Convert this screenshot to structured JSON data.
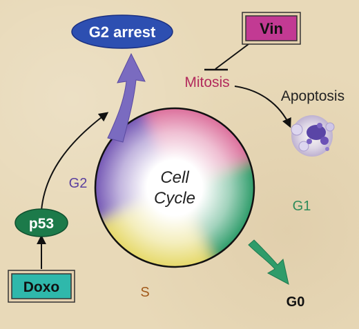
{
  "center": {
    "line1": "Cell",
    "line2": "Cycle"
  },
  "phases": {
    "mitosis": "Mitosis",
    "g1": "G1",
    "s": "S",
    "g2": "G2"
  },
  "outcomes": {
    "g2_arrest": "G2 arrest",
    "apoptosis": "Apoptosis",
    "g0": "G0"
  },
  "agents": {
    "vin": "Vin",
    "p53": "p53",
    "doxo": "Doxo"
  },
  "colors": {
    "background": "#e8d9b8",
    "mitosis_segment": "#dc6f9c",
    "g1_segment": "#2f9c6a",
    "s_segment": "#e6d96a",
    "g2_segment": "#7458b5",
    "g2_arrest_oval": "#2d4fb1",
    "vin_box": "#c23a93",
    "p53_oval": "#1c7a4a",
    "doxo_box": "#2fb8ab",
    "mitosis_text": "#b22a5c",
    "g1_text": "#2d8a5a",
    "s_text": "#a25a1c",
    "g2_text": "#5a3f9e"
  }
}
